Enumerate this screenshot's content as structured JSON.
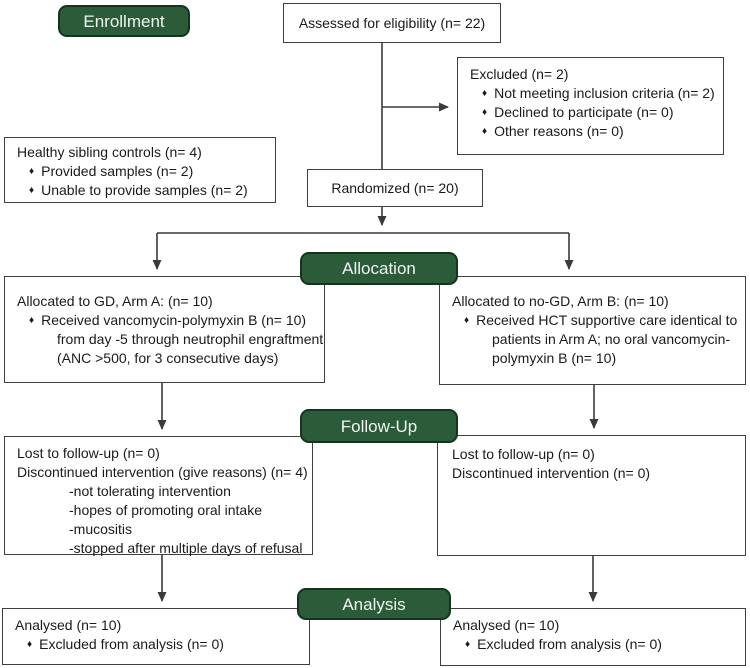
{
  "colors": {
    "badge_fill": "#2b5b38",
    "badge_border": "#15341e",
    "badge_text": "#eef6ef",
    "line": "#3a3a3a",
    "box_border": "#3f3f3f",
    "background": "#ffffff"
  },
  "bullet_glyph": "♦",
  "badges": {
    "enrollment": "Enrollment",
    "allocation": "Allocation",
    "follow_up": "Follow-Up",
    "analysis": "Analysis"
  },
  "boxes": {
    "assessed": {
      "text": "Assessed for eligibility (n= 22)"
    },
    "excluded": {
      "title": "Excluded (n= 2)",
      "bullets": [
        "Not meeting inclusion criteria (n= 2)",
        "Declined to participate (n= 0)",
        "Other reasons (n= 0)"
      ]
    },
    "healthy_siblings": {
      "title": "Healthy sibling controls (n= 4)",
      "bullets": [
        "Provided samples (n= 2)",
        "Unable to provide samples (n= 2)"
      ]
    },
    "randomized": {
      "text": "Randomized (n= 20)"
    },
    "alloc_left": {
      "title": "Allocated to GD, Arm A: (n= 10)",
      "bullet": "Received vancomycin-polymyxin B (n= 10)",
      "continuation": [
        "from day -5 through neutrophil engraftment",
        "(ANC >500, for 3 consecutive days)"
      ]
    },
    "alloc_right": {
      "title": "Allocated to no-GD, Arm B: (n= 10)",
      "bullet": "Received HCT supportive care identical to",
      "continuation": [
        "patients in Arm A; no oral vancomycin-",
        "polymyxin B (n= 10)"
      ]
    },
    "followup_left": {
      "lines": [
        "Lost to follow-up (n= 0)",
        "Discontinued intervention (give reasons) (n= 4)"
      ],
      "sub_lines": [
        "-not tolerating intervention",
        "-hopes of promoting oral intake",
        "-mucositis",
        "-stopped after multiple days of refusal"
      ]
    },
    "followup_right": {
      "lines": [
        "Lost to follow-up (n= 0)",
        "Discontinued intervention (n= 0)"
      ]
    },
    "analysis_left": {
      "title": "Analysed (n= 10)",
      "bullets": [
        "Excluded from analysis (n= 0)"
      ]
    },
    "analysis_right": {
      "title": "Analysed (n= 10)",
      "bullets": [
        "Excluded from analysis (n= 0)"
      ]
    }
  }
}
